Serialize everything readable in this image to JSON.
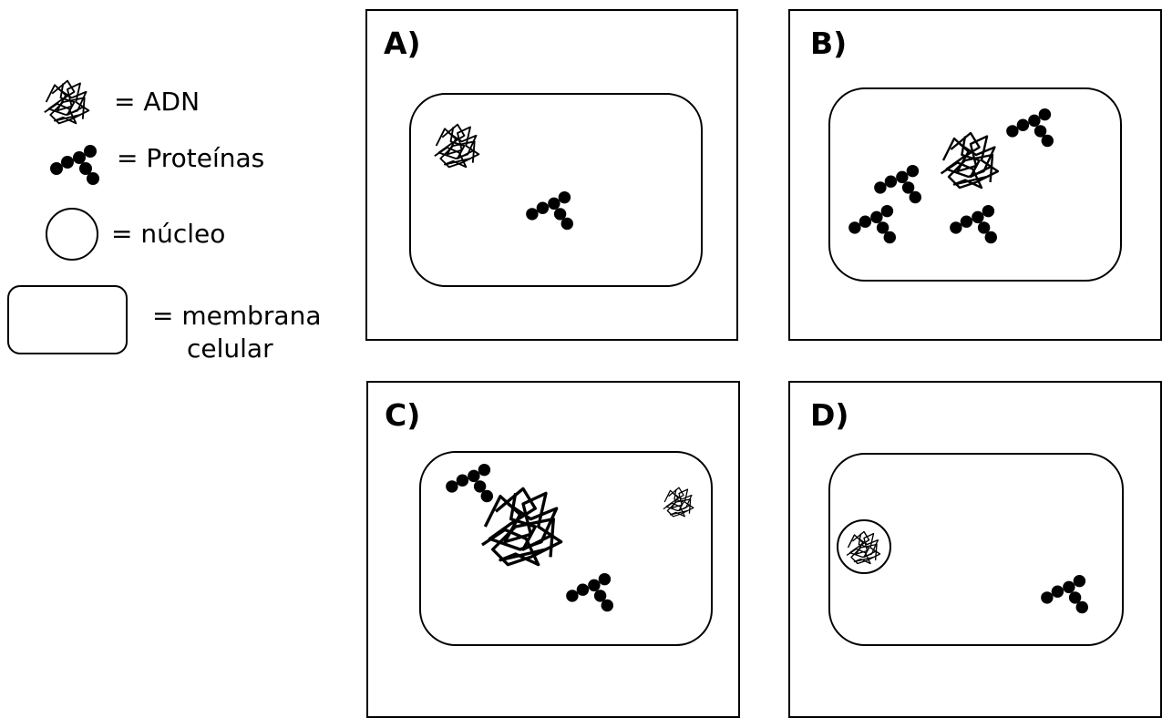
{
  "legend": {
    "dna_label": "= ADN",
    "protein_label": "= Proteínas",
    "nucleus_label": "= núcleo",
    "membrane_label_line1": "= membrana",
    "membrane_label_line2": "celular"
  },
  "panels": {
    "a": {
      "label": "A)"
    },
    "b": {
      "label": "B)"
    },
    "c": {
      "label": "C)"
    },
    "d": {
      "label": "D)"
    }
  }
}
